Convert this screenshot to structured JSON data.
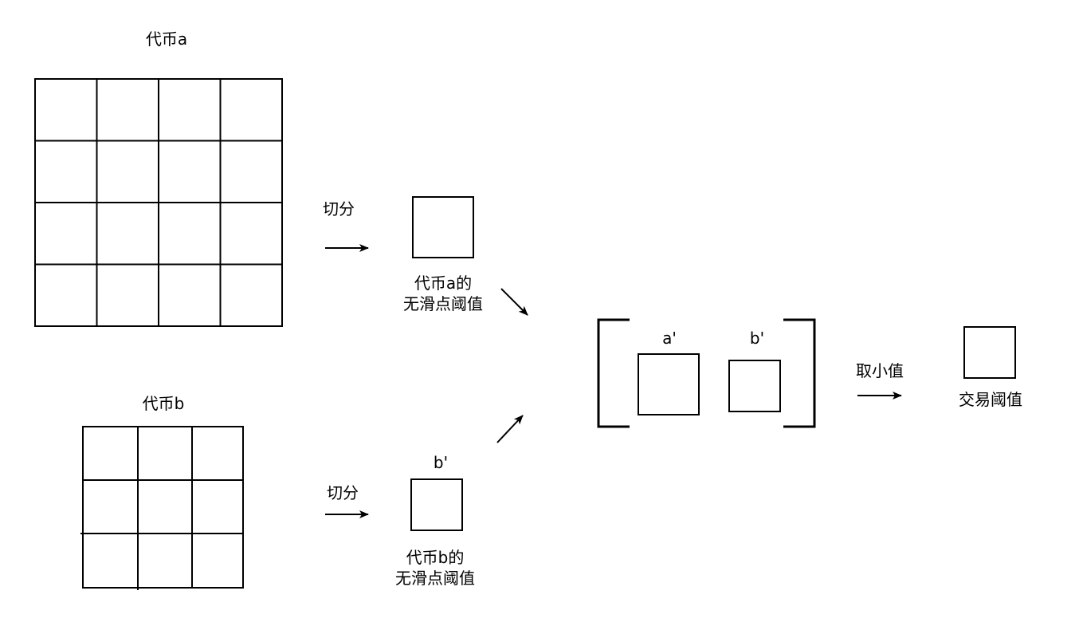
{
  "token_a": {
    "title": "代币a",
    "grid_rows": 4,
    "grid_cols": 4
  },
  "token_b": {
    "title": "代币b",
    "grid_rows": 3,
    "grid_cols": 3
  },
  "flow_a": {
    "split_label": "切分",
    "result_label_line1": "代币a的",
    "result_label_line2": "无滑点阈值"
  },
  "flow_b": {
    "split_label": "切分",
    "result_top_label": "b'",
    "result_label_line1": "代币b的",
    "result_label_line2": "无滑点阈值"
  },
  "combine": {
    "item_a_label": "a'",
    "item_b_label": "b'"
  },
  "result": {
    "op_label": "取小值",
    "output_label": "交易阈值"
  },
  "colors": {
    "stroke": "#000000",
    "background": "#ffffff"
  }
}
